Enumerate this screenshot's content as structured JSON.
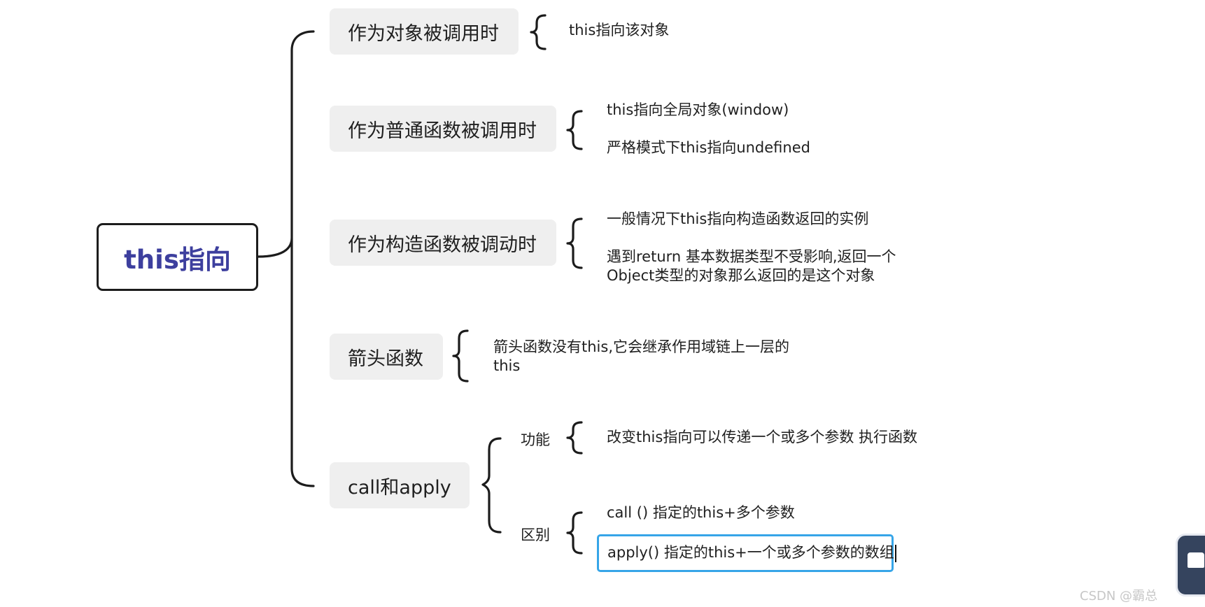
{
  "root": {
    "label": "this指向"
  },
  "branches": [
    {
      "label": "作为对象被调用时",
      "leaves": [
        "this指向该对象"
      ]
    },
    {
      "label": "作为普通函数被调用时",
      "leaves": [
        "this指向全局对象(window)",
        "严格模式下this指向undefined"
      ]
    },
    {
      "label": "作为构造函数被调动时",
      "leaves": [
        "一般情况下this指向构造函数返回的实例",
        "遇到return 基本数据类型不受影响,返回一个",
        "Object类型的对象那么返回的是这个对象"
      ]
    },
    {
      "label": "箭头函数",
      "leaves": [
        "箭头函数没有this,它会继承作用域链上一层的",
        "this"
      ]
    },
    {
      "label": "call和apply",
      "children": [
        {
          "label": "功能",
          "leaves": [
            "改变this指向可以传递一个或多个参数 执行函数"
          ]
        },
        {
          "label": "区别",
          "leaves": [
            "call () 指定的this+多个参数",
            "apply() 指定的this+一个或多个参数的数组"
          ]
        }
      ]
    }
  ],
  "watermark": "CSDN @霸总",
  "colors": {
    "root_text": "#3d3f9e",
    "topic_bg": "#efefef",
    "selection": "#36a5e8",
    "line": "#1c1c1c"
  },
  "icons": {
    "corner_badge": "shirt-icon"
  }
}
